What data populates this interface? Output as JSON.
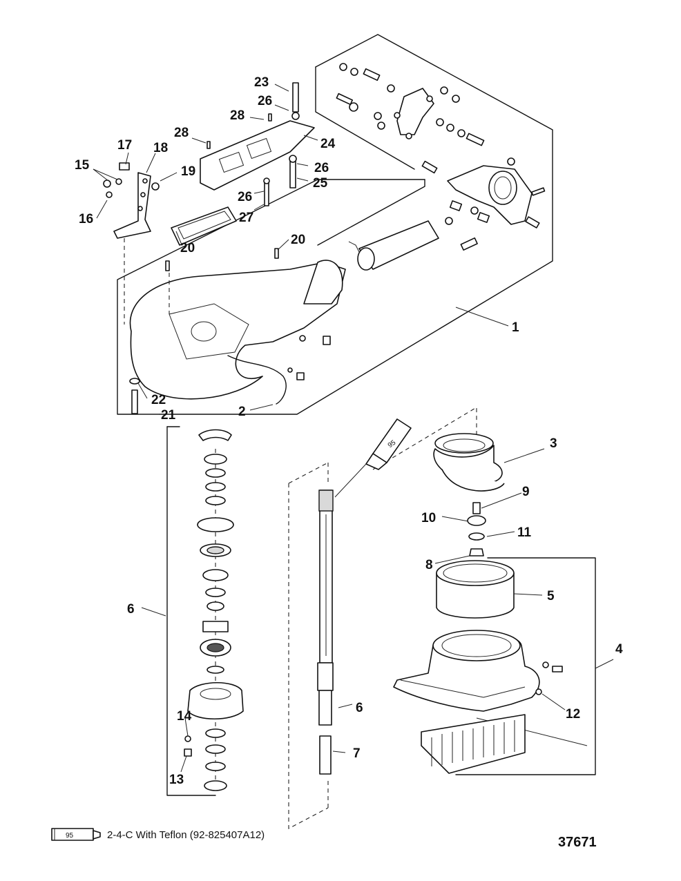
{
  "callouts": [
    {
      "id": "c23",
      "text": "23"
    },
    {
      "id": "c26a",
      "text": "26"
    },
    {
      "id": "c28a",
      "text": "28"
    },
    {
      "id": "c28b",
      "text": "28"
    },
    {
      "id": "c24",
      "text": "24"
    },
    {
      "id": "c17",
      "text": "17"
    },
    {
      "id": "c18",
      "text": "18"
    },
    {
      "id": "c15",
      "text": "15"
    },
    {
      "id": "c19",
      "text": "19"
    },
    {
      "id": "c26b",
      "text": "26"
    },
    {
      "id": "c25",
      "text": "25"
    },
    {
      "id": "c26c",
      "text": "26"
    },
    {
      "id": "c16",
      "text": "16"
    },
    {
      "id": "c27",
      "text": "27"
    },
    {
      "id": "c20a",
      "text": "20"
    },
    {
      "id": "c20b",
      "text": "20"
    },
    {
      "id": "c1",
      "text": "1"
    },
    {
      "id": "c22",
      "text": "22"
    },
    {
      "id": "c21",
      "text": "21"
    },
    {
      "id": "c2",
      "text": "2"
    },
    {
      "id": "c3",
      "text": "3"
    },
    {
      "id": "c9",
      "text": "9"
    },
    {
      "id": "c10",
      "text": "10"
    },
    {
      "id": "c11",
      "text": "11"
    },
    {
      "id": "c8",
      "text": "8"
    },
    {
      "id": "c5",
      "text": "5"
    },
    {
      "id": "c6a",
      "text": "6"
    },
    {
      "id": "c4",
      "text": "4"
    },
    {
      "id": "c12",
      "text": "12"
    },
    {
      "id": "c14",
      "text": "14"
    },
    {
      "id": "c6b",
      "text": "6"
    },
    {
      "id": "c7",
      "text": "7"
    },
    {
      "id": "c13",
      "text": "13"
    }
  ],
  "tube_label": "95",
  "legend": {
    "tube_label": "95",
    "text": "2-4-C  With Teflon (92-825407A12)"
  },
  "figure_number": "37671"
}
